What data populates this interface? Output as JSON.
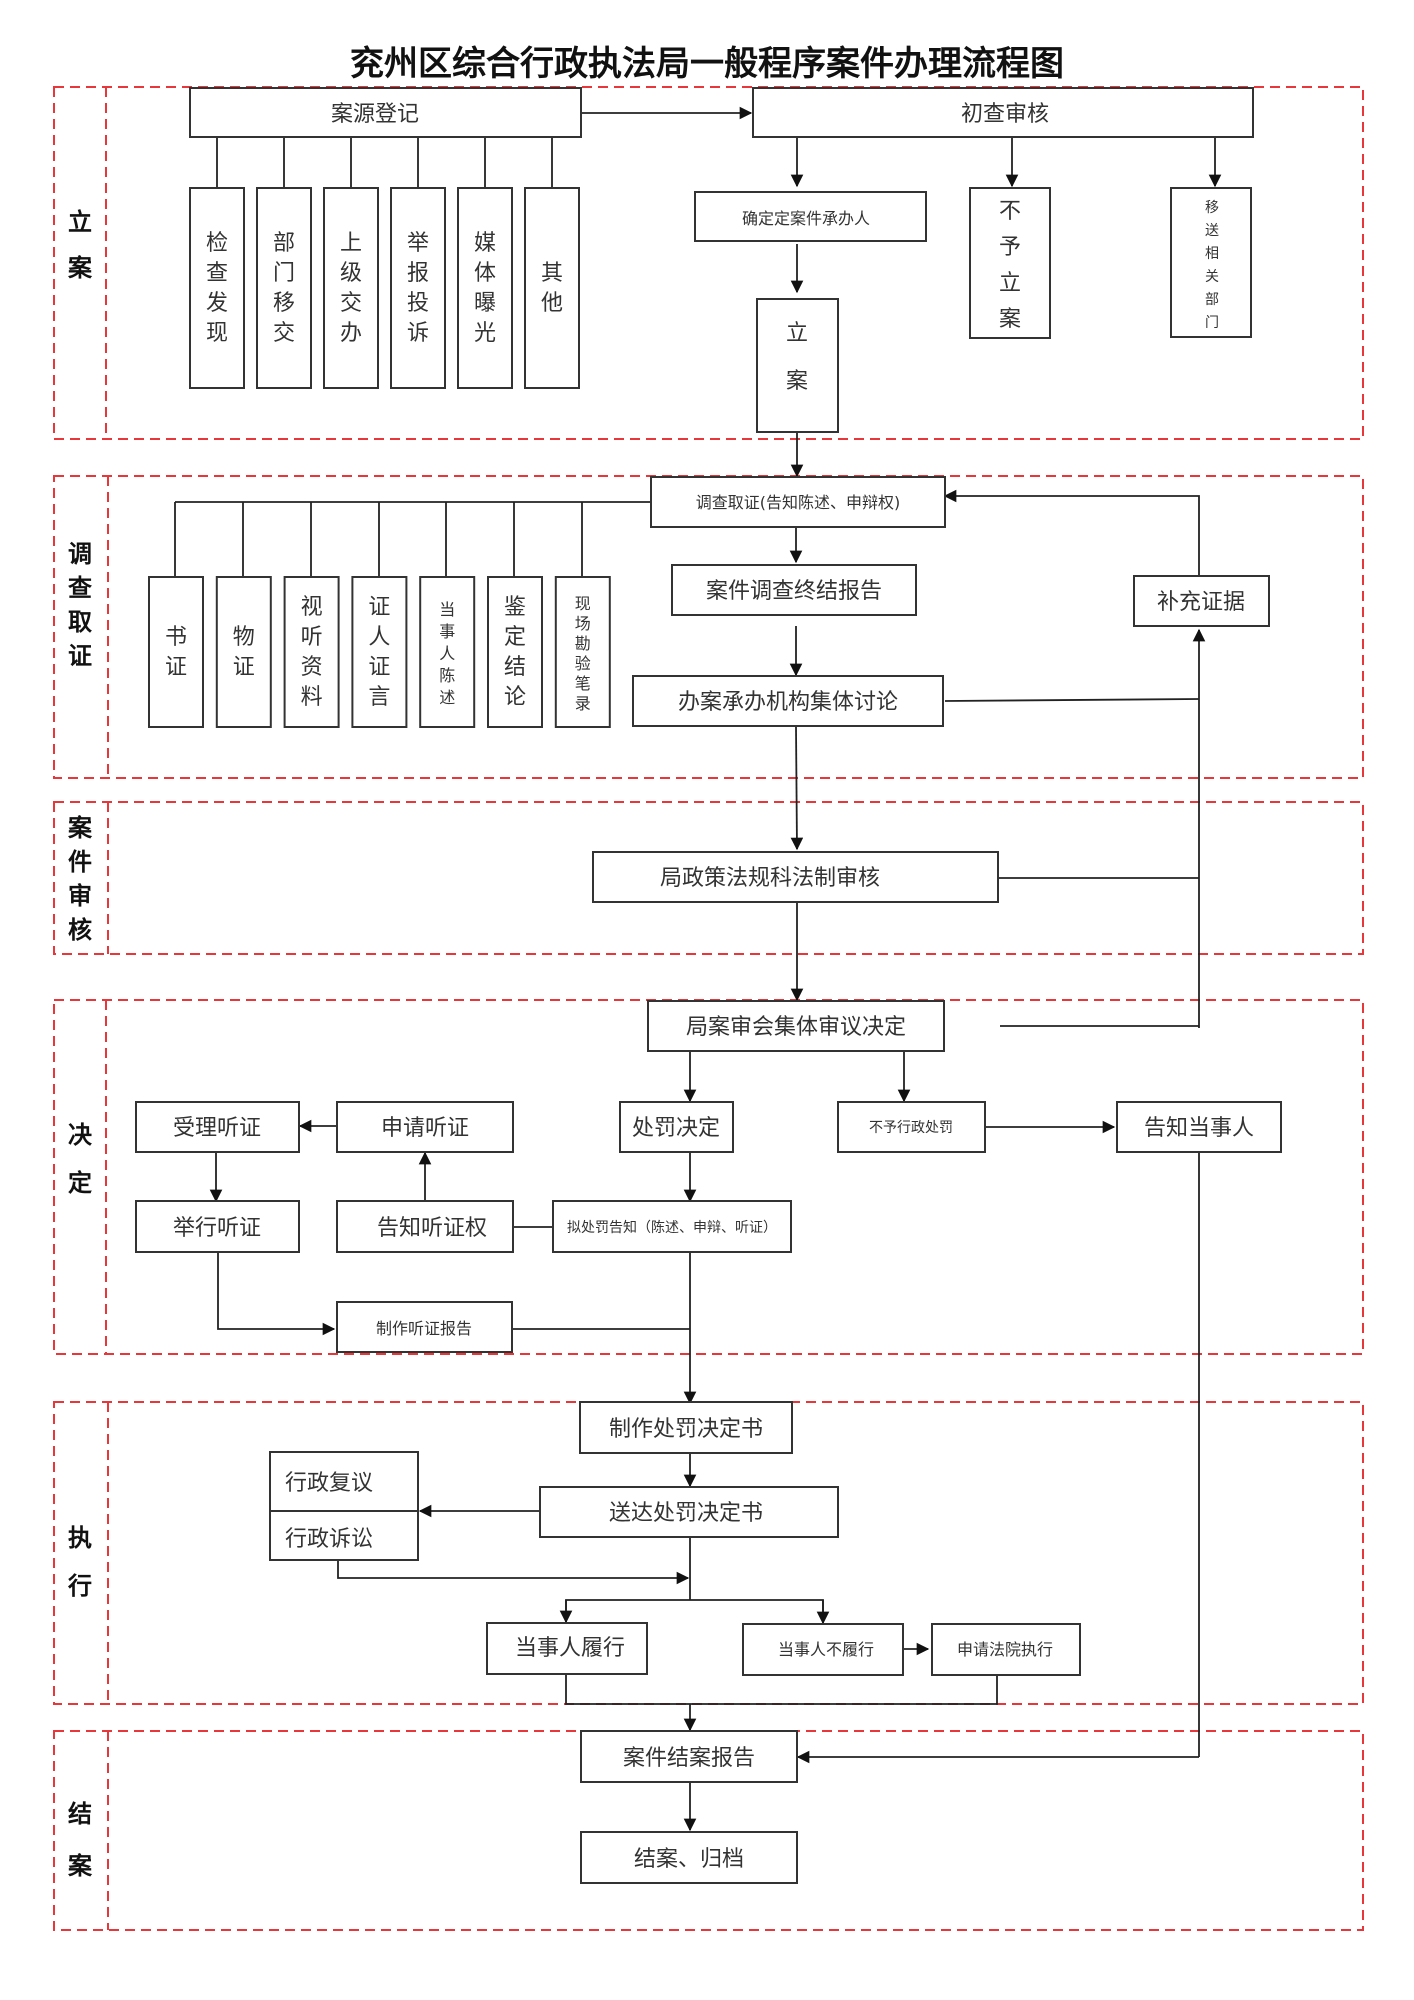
{
  "title": "兖州区综合行政执法局一般程序案件办理流程图",
  "colors": {
    "stage_border": "#e8373a",
    "node_border": "#333333",
    "line": "#222222"
  },
  "stages": [
    {
      "id": "lian",
      "label": "立案"
    },
    {
      "id": "diaocha",
      "label": "调查取证"
    },
    {
      "id": "shenhe",
      "label": "案件审核"
    },
    {
      "id": "jueding",
      "label": "决定"
    },
    {
      "id": "zhixing",
      "label": "执行"
    },
    {
      "id": "jiean",
      "label": "结案"
    }
  ],
  "nodes": {
    "case_source_register": "案源登记",
    "initial_review": "初查审核",
    "sources": [
      "检查发现",
      "部门移交",
      "上级交办",
      "举报投诉",
      "媒体曝光",
      "其他"
    ],
    "assign_handler": "确定定案件承办人",
    "no_filing": "不予立案",
    "transfer_dept": "移送相关部门",
    "file_case": "立案",
    "investigation": "调查取证(告知陈述、申辩权)",
    "evidence_types": [
      "书证",
      "物证",
      "视听资料",
      "证人证言",
      "当事人陈述",
      "鉴定结论",
      "现场勘验笔录"
    ],
    "investigation_report": "案件调查终结报告",
    "supplement_evidence": "补充证据",
    "collective_discussion": "办案承办机构集体讨论",
    "legal_review": "局政策法规科法制审核",
    "committee_decision": "局案审会集体审议决定",
    "accept_hearing": "受理听证",
    "apply_hearing": "申请听证",
    "penalty_decision": "处罚决定",
    "no_penalty": "不予行政处罚",
    "notify_party": "告知当事人",
    "hold_hearing": "举行听证",
    "notify_hearing_right": "告知听证权",
    "proposed_penalty_notice": "拟处罚告知（陈述、申辩、听证）",
    "hearing_report": "制作听证报告",
    "make_decision_doc": "制作处罚决定书",
    "admin_reconsideration": "行政复议",
    "admin_litigation": "行政诉讼",
    "deliver_decision_doc": "送达处罚决定书",
    "party_complies": "当事人履行",
    "party_not_comply": "当事人不履行",
    "court_enforcement": "申请法院执行",
    "closing_report": "案件结案报告",
    "close_archive": "结案、归档"
  }
}
